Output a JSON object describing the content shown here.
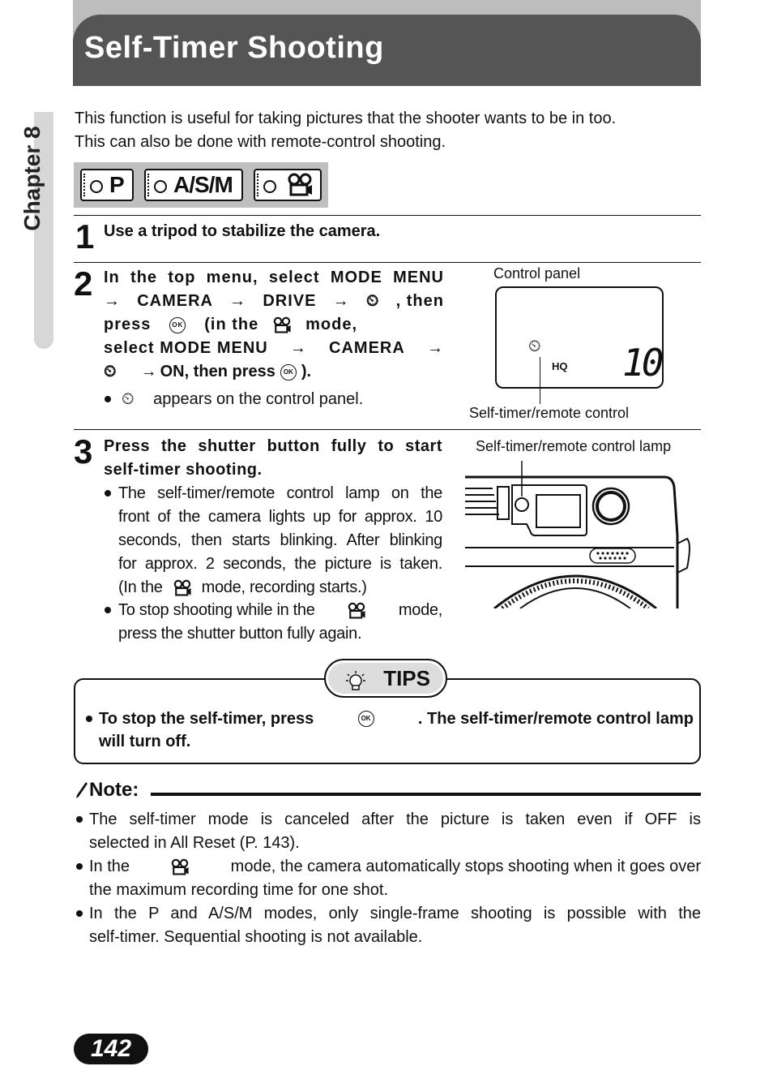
{
  "header": {
    "title": "Self-Timer Shooting"
  },
  "side_tab": {
    "label": "Chapter 8"
  },
  "intro": {
    "line1": "This function is useful for taking pictures that the shooter wants to be in too.",
    "line2": "This can also be done with remote-control shooting."
  },
  "modes": [
    "P",
    "A/S/M",
    "movie-icon"
  ],
  "steps": [
    {
      "number": "1",
      "text": "Use a tripod to stabilize the camera."
    },
    {
      "number": "2",
      "line1": "In the top menu, select MODE MENU",
      "line2a": "CAMERA",
      "line2b": "DRIVE",
      "line2c": ", then",
      "line3a": "press",
      "line3b": "(in the",
      "line3c": "mode,",
      "line4a": "select MODE MENU",
      "line4b": "CAMERA",
      "line5": "ON, then press",
      "line5end": ").",
      "bullet": "appears on the control panel."
    },
    {
      "number": "3",
      "title1": "Press the shutter button fully to start",
      "title2": "self-timer shooting.",
      "b1_l1": "The self-timer/remote control lamp on the",
      "b1_l2": "front of the camera lights up for approx. 10",
      "b1_l3": "seconds, then starts blinking. After blinking",
      "b1_l4": "for approx. 2 seconds, the picture is taken.",
      "b1_l5a": "(In the",
      "b1_l5b": "mode, recording starts.)",
      "b2_l1a": "To stop shooting while in the",
      "b2_l1b": "mode,",
      "b2_l2": "press the shutter button fully again."
    }
  ],
  "control_panel": {
    "label": "Control panel",
    "hq": "HQ",
    "count": "10",
    "callout": "Self-timer/remote control"
  },
  "camera_figure": {
    "callout": "Self-timer/remote control lamp"
  },
  "tips": {
    "label": "TIPS",
    "line1a": "To stop the self-timer, press",
    "line1b": ". The self-timer/remote control lamp",
    "line2": "will turn off."
  },
  "note": {
    "label": "Note:",
    "items": [
      {
        "l1": "The self-timer mode is canceled after the picture is taken even if OFF is",
        "l2": "selected in All Reset (P. 143)."
      },
      {
        "l1a": "In the",
        "l1b": "mode, the camera automatically stops shooting when it goes over",
        "l2": "the maximum recording time for one shot."
      },
      {
        "l1": "In the P and A/S/M modes, only single-frame shooting is possible with the",
        "l2": "self-timer. Sequential shooting is not available."
      }
    ]
  },
  "page_number": "142",
  "icons": {
    "ok_button": "OK",
    "self_timer": "⏲",
    "arrow": "→"
  }
}
